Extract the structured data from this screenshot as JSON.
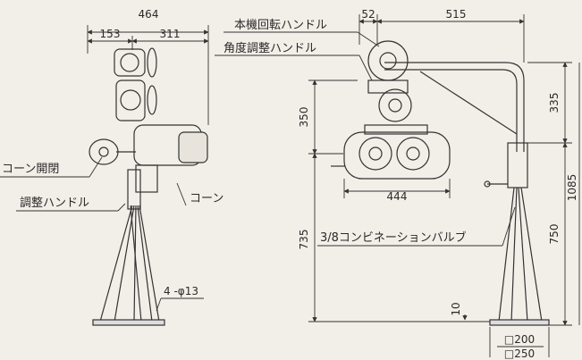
{
  "labels": {
    "cone_open_close": "コーン開閉",
    "adjust_handle": "調整ハンドル",
    "cone": "コーン",
    "bolt_holes": "4 -φ13",
    "body_rotation_handle": "本機回転ハンドル",
    "angle_adjust_handle": "角度調整ハンドル",
    "combination_valve": "3/8コンビネーションバルブ"
  },
  "dimensions": {
    "d464": "464",
    "d153": "153",
    "d311": "311",
    "d52": "52",
    "d515": "515",
    "d350": "350",
    "d335": "335",
    "d444": "444",
    "d1085": "1085",
    "d735": "735",
    "d750": "750",
    "d10": "10",
    "d200": "□200",
    "d250": "□250"
  },
  "colors": {
    "background": "#f2efe8",
    "line": "#333333",
    "fill_dark": "#555555"
  }
}
